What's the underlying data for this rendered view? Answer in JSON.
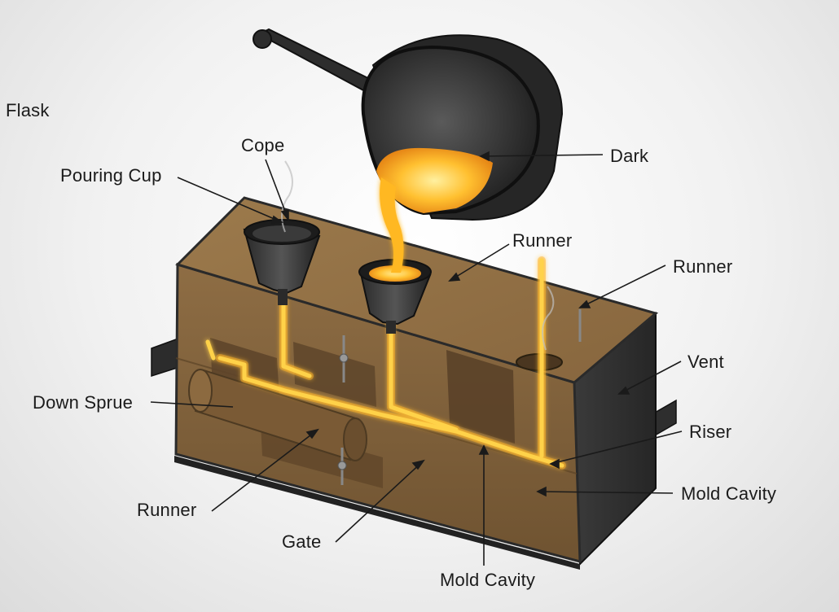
{
  "labels": {
    "flask": "Flask",
    "cope": "Cope",
    "pouring_cup": "Pouring Cup",
    "dark": "Dark",
    "runner_top": "Runner",
    "runner_right": "Runner",
    "vent": "Vent",
    "down_sprue": "Down Sprue",
    "riser": "Riser",
    "mold_cavity_right": "Mold Cavity",
    "runner_bottom": "Runner",
    "gate": "Gate",
    "mold_cavity_bottom": "Mold Cavity"
  },
  "colors": {
    "sand": "#8a6a42",
    "sand_dark": "#6e5232",
    "steel": "#2f2f2f",
    "molten": "#ffb21e",
    "molten_glow": "#ffd870"
  }
}
